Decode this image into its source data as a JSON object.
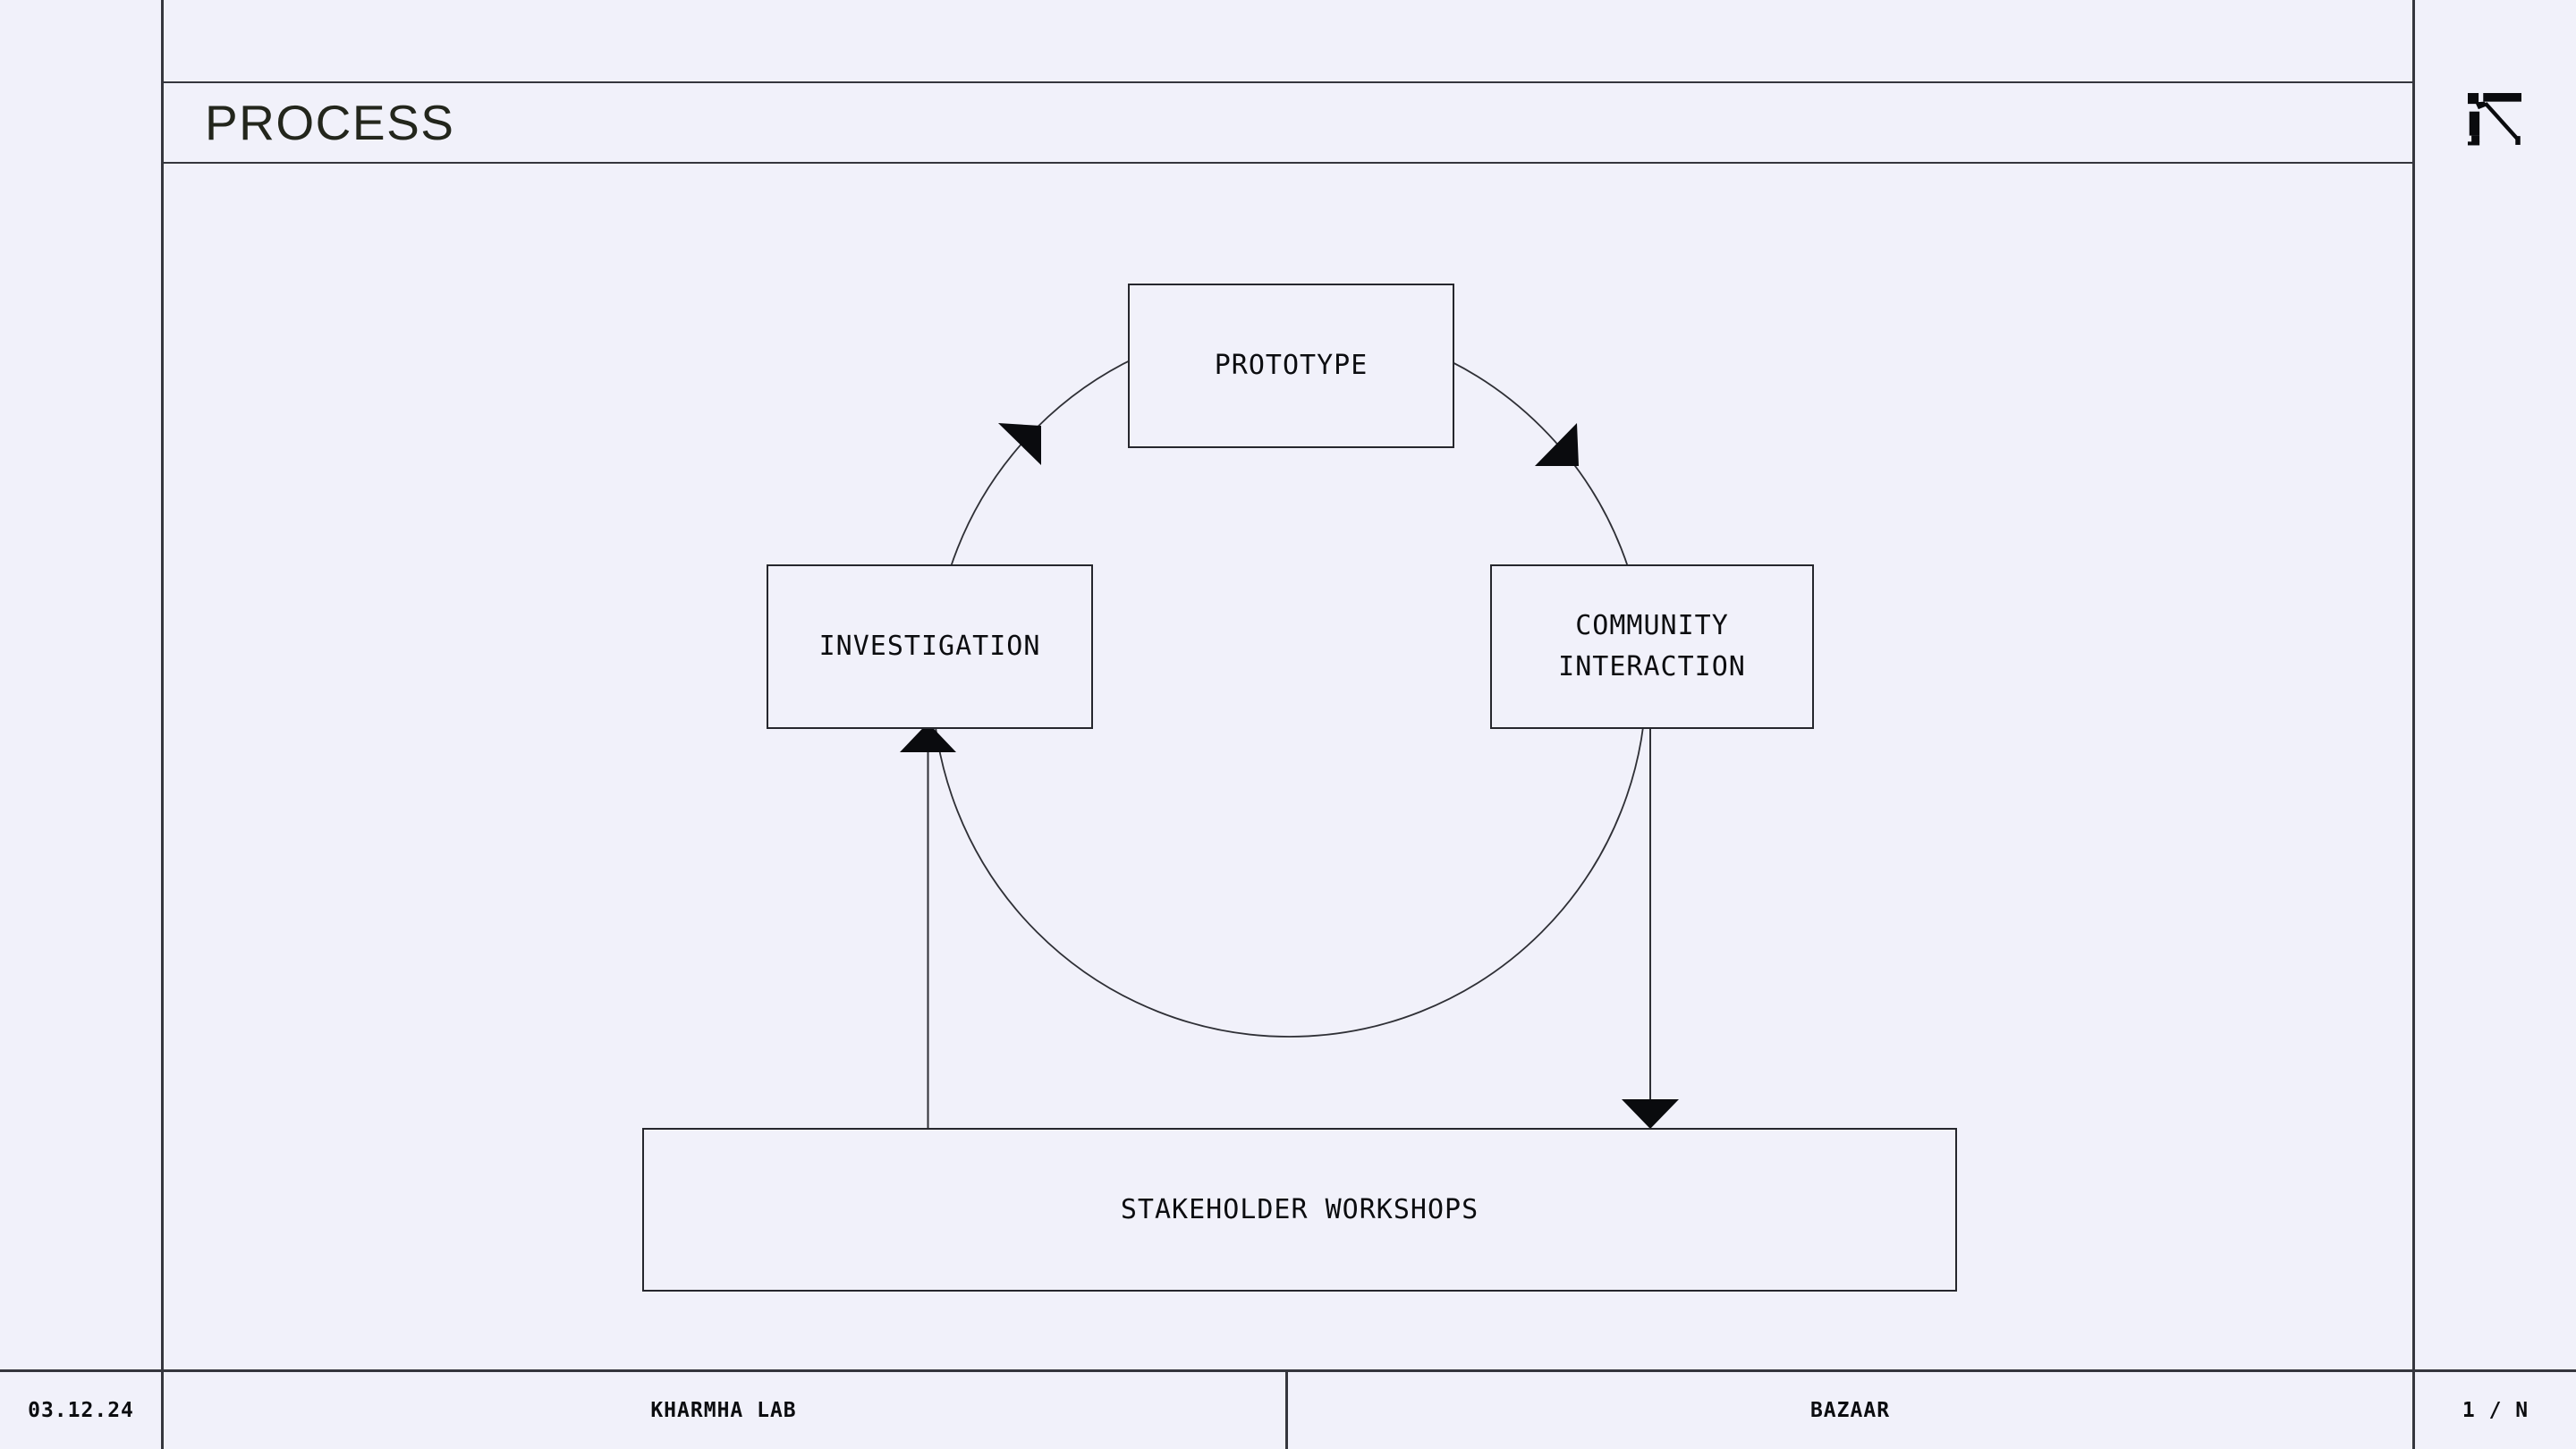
{
  "page": {
    "background_color": "#F1F1FA",
    "line_color": "#35363d",
    "accent_text_color": "#23261c"
  },
  "header": {
    "title": "PROCESS",
    "logo_icon": "arrow-up-left-logo"
  },
  "diagram": {
    "type": "cycle",
    "nodes": [
      {
        "id": "prototype",
        "label": "PROTOTYPE"
      },
      {
        "id": "investigation",
        "label": "INVESTIGATION"
      },
      {
        "id": "community-interaction",
        "label": "COMMUNITY INTERACTION",
        "label_lines": [
          "COMMUNITY",
          "INTERACTION"
        ]
      },
      {
        "id": "stakeholder-workshops",
        "label": "STAKEHOLDER WORKSHOPS"
      }
    ],
    "edges": [
      {
        "from": "investigation",
        "to": "prototype",
        "style": "arc-arrow"
      },
      {
        "from": "prototype",
        "to": "community-interaction",
        "style": "arc-arrow"
      },
      {
        "from": "community-interaction",
        "to": "stakeholder-workshops",
        "style": "straight-arrow-down"
      },
      {
        "from": "stakeholder-workshops",
        "to": "investigation",
        "style": "straight-arrow-up"
      }
    ]
  },
  "footer": {
    "date": "03.12.24",
    "studio": "KHARMHA LAB",
    "project": "BAZAAR",
    "page_indicator": "1 / N"
  }
}
